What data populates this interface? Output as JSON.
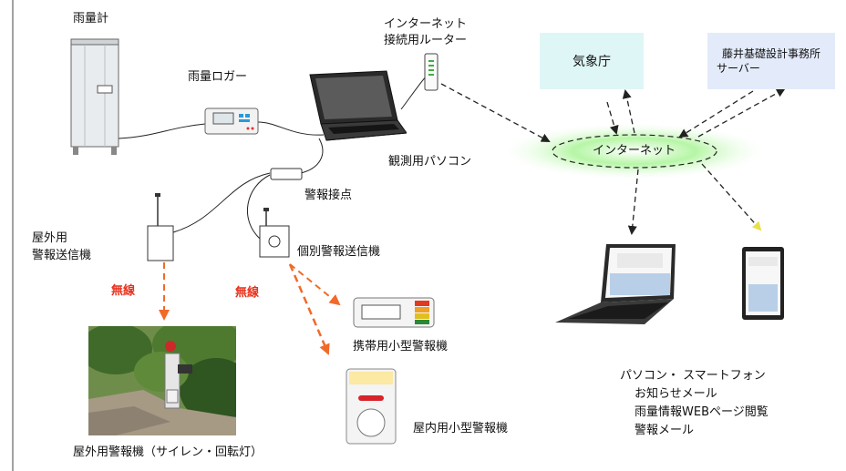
{
  "labels": {
    "rain_gauge": "雨量計",
    "rain_logger": "雨量ロガー",
    "router_line1": "インターネット",
    "router_line2": "接続用ルーター",
    "observation_pc": "観測用パソコン",
    "alarm_contact": "警報接点",
    "outdoor_tx_line1": "屋外用",
    "outdoor_tx_line2": "警報送信機",
    "individual_tx": "個別警報送信機",
    "wireless_1": "無線",
    "wireless_2": "無線",
    "portable_alarm": "携帯用小型警報機",
    "indoor_alarm": "屋内用小型警報機",
    "outdoor_alarm": "屋外用警報機（サイレン・回転灯）",
    "jma": "気象庁",
    "server_line1": "藤井基礎設計事務所",
    "server_line2": "サーバー",
    "internet": "インターネット",
    "clients_title": "パソコン・ スマートフォン",
    "clients_items": [
      "お知らせメール",
      "雨量情報WEBページ閲覧",
      "警報メール"
    ]
  },
  "colors": {
    "jma_box": "#dff6f6",
    "server_box": "#e3ebfa",
    "internet_glow": "#8ff07a",
    "wireless_arrow": "#f06a2a",
    "wireless_text": "#e8301b"
  }
}
